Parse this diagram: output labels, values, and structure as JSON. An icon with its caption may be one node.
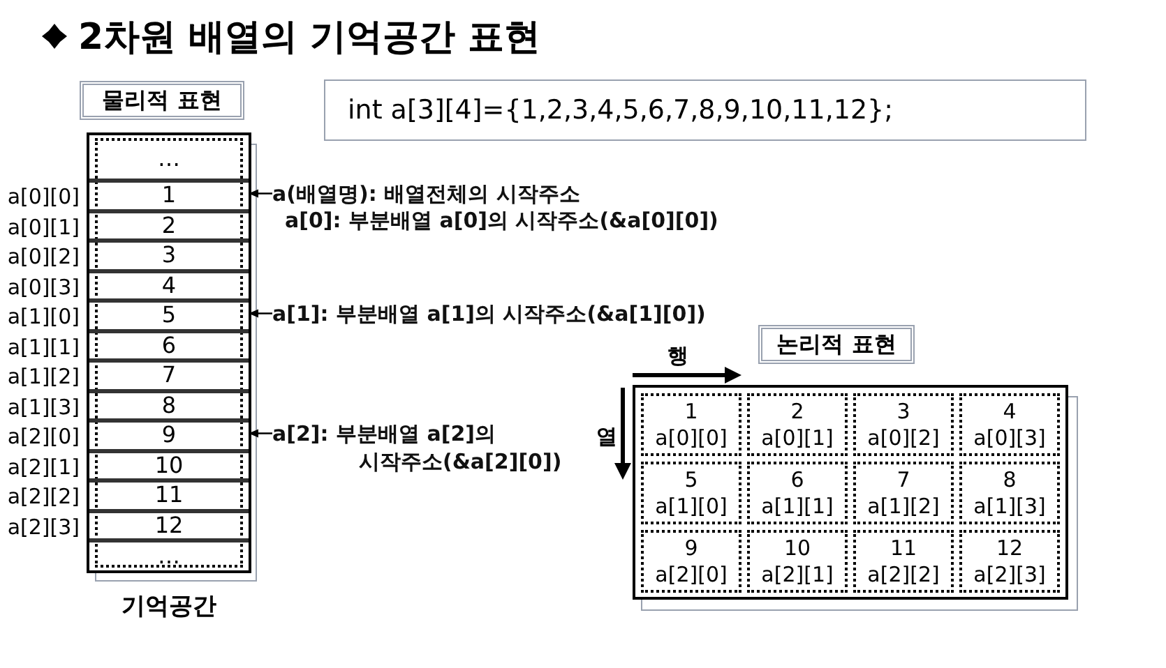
{
  "diagram": {
    "title": "2차원 배열의 기억공간 표현",
    "nodes": [
      {
        "text": [
          "물리적 표현"
        ]
      },
      {
        "text": [
          "int a[3][4]={1,2,3,4,5,6,7,8,9,10,11,12};"
        ]
      },
      {
        "text": [],
        "shape": "box",
        "beside": [
          "기억공간"
        ]
      },
      {
        "text": [
          "…"
        ],
        "in": 2
      },
      {
        "text": [
          "1"
        ],
        "in": 2,
        "beside": [
          "a[0][0]"
        ]
      },
      {
        "text": [
          "2"
        ],
        "in": 2,
        "beside": [
          "a[0][1]"
        ]
      },
      {
        "text": [
          "3"
        ],
        "in": 2,
        "beside": [
          "a[0][2]"
        ]
      },
      {
        "text": [
          "4"
        ],
        "in": 2,
        "beside": [
          "a[0][3]"
        ]
      },
      {
        "text": [
          "5"
        ],
        "in": 2,
        "beside": [
          "a[1][0]"
        ]
      },
      {
        "text": [
          "6"
        ],
        "in": 2,
        "beside": [
          "a[1][1]"
        ]
      },
      {
        "text": [
          "7"
        ],
        "in": 2,
        "beside": [
          "a[1][2]"
        ]
      },
      {
        "text": [
          "8"
        ],
        "in": 2,
        "beside": [
          "a[1][3]"
        ]
      },
      {
        "text": [
          "9"
        ],
        "in": 2,
        "beside": [
          "a[2][0]"
        ]
      },
      {
        "text": [
          "10"
        ],
        "in": 2,
        "beside": [
          "a[2][1]"
        ]
      },
      {
        "text": [
          "11"
        ],
        "in": 2,
        "beside": [
          "a[2][2]"
        ]
      },
      {
        "text": [
          "12"
        ],
        "in": 2,
        "beside": [
          "a[2][3]"
        ]
      },
      {
        "text": [
          "…"
        ],
        "in": 2
      },
      {
        "text": [
          "a(배열명): 배열전체의 시작주소"
        ]
      },
      {
        "text": [
          "a[0]: 부분배열 a[0]의 시작주소(&a[0][0])"
        ]
      },
      {
        "text": [
          "a[1]: 부분배열 a[1]의 시작주소(&a[1][0])"
        ]
      },
      {
        "text": [
          "a[2]: 부분배열 a[2]의 시작주소(&a[2][0])"
        ]
      },
      {
        "text": [
          "논리적 표현"
        ]
      },
      {
        "text": [],
        "shape": "box"
      },
      {
        "text": [
          "1",
          "a[0][0]"
        ],
        "in": 22
      },
      {
        "text": [
          "2",
          "a[0][1]"
        ],
        "in": 22
      },
      {
        "text": [
          "3",
          "a[0][2]"
        ],
        "in": 22
      },
      {
        "text": [
          "4",
          "a[0][3]"
        ],
        "in": 22
      },
      {
        "text": [
          "5",
          "a[1][0]"
        ],
        "in": 22
      },
      {
        "text": [
          "6",
          "a[1][1]"
        ],
        "in": 22
      },
      {
        "text": [
          "7",
          "a[1][2]"
        ],
        "in": 22
      },
      {
        "text": [
          "8",
          "a[1][3]"
        ],
        "in": 22
      },
      {
        "text": [
          "9",
          "a[2][0]"
        ],
        "in": 22
      },
      {
        "text": [
          "10",
          "a[2][1]"
        ],
        "in": 22
      },
      {
        "text": [
          "11",
          "a[2][2]"
        ],
        "in": 22
      },
      {
        "text": [
          "12",
          "a[2][3]"
        ],
        "in": 22
      }
    ],
    "edges": [
      {
        "from": 17,
        "to": 4,
        "arrow": "to"
      },
      {
        "from": 19,
        "to": 8,
        "arrow": "to"
      },
      {
        "from": 20,
        "to": 12,
        "arrow": "to"
      }
    ],
    "labels": [
      "행",
      "열"
    ]
  }
}
